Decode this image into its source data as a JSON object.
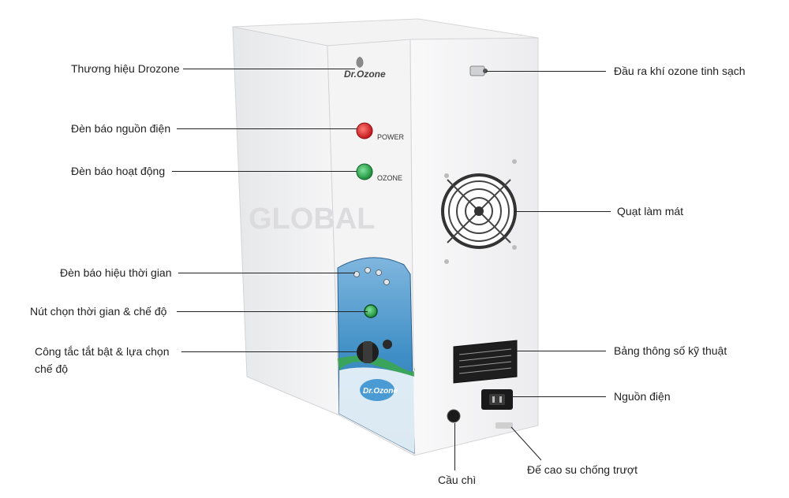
{
  "device": {
    "brand_logo": "Dr.Ozone",
    "power_label": "POWER",
    "ozone_label": "OZONE",
    "side_watermark": "GLOBAL",
    "panel_logo": "Dr.Ozone"
  },
  "callouts": {
    "brand": "Thương hiệu Drozone",
    "power_light": "Đèn báo nguồn điện",
    "run_light": "Đèn báo hoạt động",
    "time_light": "Đèn báo hiệu thời gian",
    "time_button": "Nút chọn thời gian & chế độ",
    "switch_line1": "Công tắc tắt bật & lựa chọn",
    "switch_line2": "chế độ",
    "fuse": "Cầu chì",
    "outlet": "Đầu ra khí ozone tinh sạch",
    "fan": "Quạt làm mát",
    "spec_plate": "Bảng thông số kỹ thuật",
    "power_input": "Nguồn điện",
    "rubber_feet": "Đế cao su chống trượt"
  },
  "colors": {
    "power_led": "#e0262a",
    "ozone_led": "#2bb24c",
    "panel_blue": "#3f8fc6",
    "panel_green": "#3aa84a"
  }
}
